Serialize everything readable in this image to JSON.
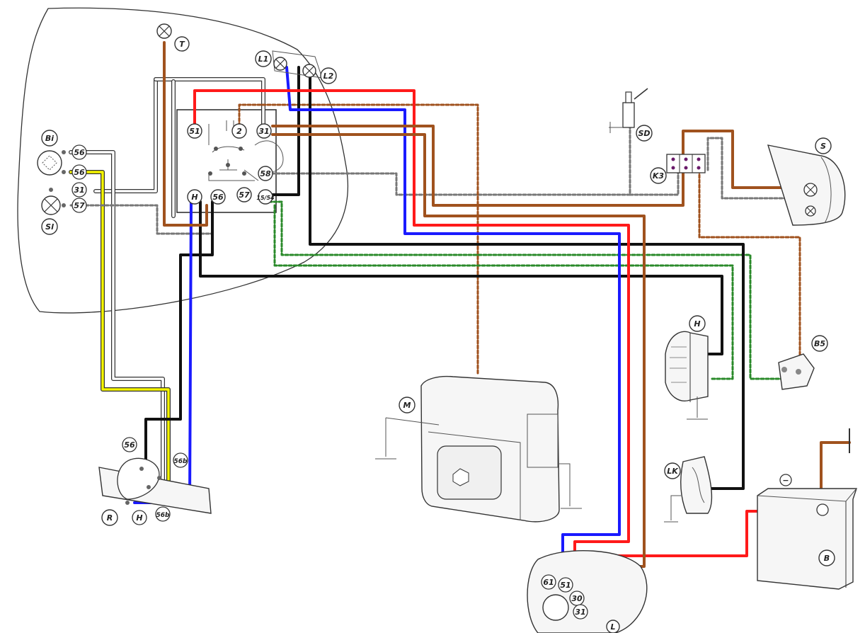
{
  "wire_colors": {
    "red": "#ff1a1a",
    "blue": "#1a1aff",
    "brown": "#a0521e",
    "black": "#111111",
    "yellow": "#f5f500",
    "white": "#ffffff",
    "grey_dashed": "#777777",
    "green_dashed": "#2a8a2a"
  },
  "labels": {
    "lamp_t": "T",
    "lamp_l1": "L1",
    "lamp_l2": "L2",
    "bi": "Bi",
    "si": "Sl",
    "sd": "SD",
    "s": "S",
    "k3": "K3",
    "b5": "B5",
    "horn": "H",
    "motor": "M",
    "lk": "LK",
    "battery": "B",
    "lichtmaschine": "L",
    "r": "R",
    "switch_h": "H"
  },
  "terminals": {
    "headlamp": [
      "56",
      "56",
      "31",
      "57"
    ],
    "switch_top": [
      "51",
      "2",
      "31"
    ],
    "switch_mid": [
      "58"
    ],
    "switch_bottom": [
      "H",
      "56",
      "57",
      "15/54"
    ],
    "handlebar": [
      "56",
      "56b",
      "56b"
    ],
    "generator": [
      "61",
      "51",
      "30",
      "31"
    ]
  }
}
